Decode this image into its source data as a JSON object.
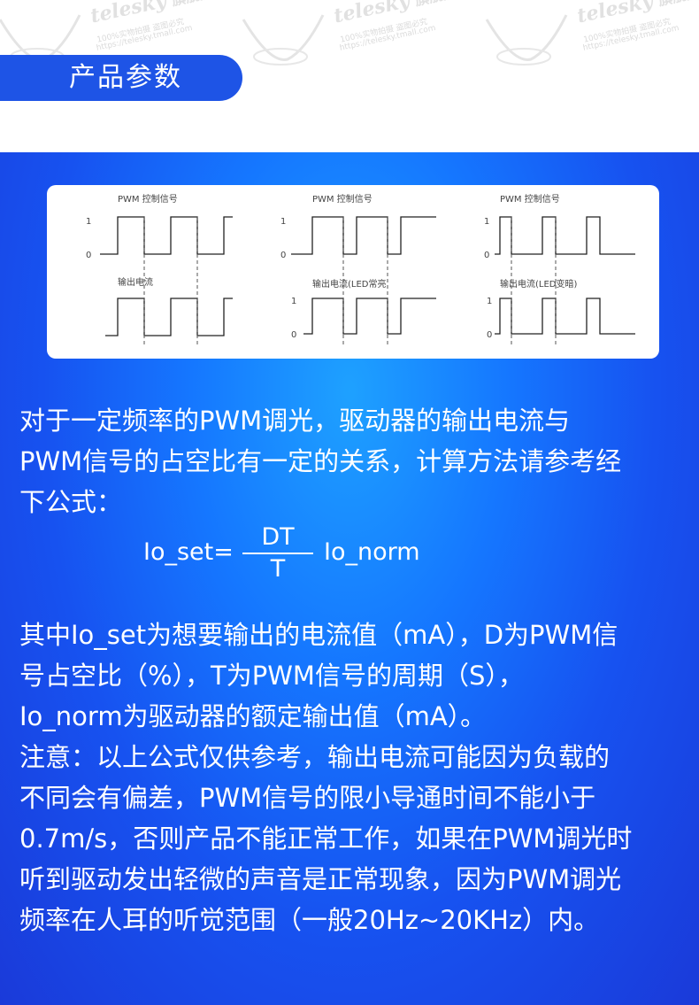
{
  "watermark": {
    "brand": "telesky",
    "brand_cn": "旗舰店",
    "line1": "100%实物拍摄  盗图必究",
    "line2": "https://telesky.tmall.com"
  },
  "section_title": "产品参数",
  "diagram": {
    "panel1": {
      "title": "PWM 控制信号",
      "lower_label": "输出电流",
      "tick_1": "1",
      "tick_0": "0"
    },
    "panel2": {
      "title": "PWM 控制信号",
      "lower_label": "输出电流(LED常亮",
      "tick_1": "1",
      "tick_0": "0",
      "tick_1b": "1",
      "tick_0b": "0"
    },
    "panel3": {
      "title": "PWM 控制信号",
      "lower_label": "输出电流(LED变暗)",
      "tick_1": "1",
      "tick_0": "0",
      "tick_1b": "1",
      "tick_0b": "0"
    }
  },
  "intro": {
    "lines": [
      "对于一定频率的PWM调光，驱动器的输出电流与",
      "PWM信号的占空比有一定的关系，计算方法请参考经",
      "下公式："
    ]
  },
  "formula": {
    "lhs": "Io_set=",
    "numerator": "DT",
    "denominator": "T",
    "rhs": "Io_norm"
  },
  "explanation": {
    "lines": [
      "其中Io_set为想要输出的电流值（mA），D为PWM信",
      "号占空比（%），T为PWM信号的周期（S），",
      "Io_norm为驱动器的额定输出值（mA）。",
      "注意：以上公式仅供参考，输出电流可能因为负载的",
      "不同会有偏差，PWM信号的限小导通时间不能小于",
      "0.7m/s，否则产品不能正常工作，如果在PWM调光时",
      "听到驱动发出轻微的声音是正常现象，因为PWM调光",
      "频率在人耳的听觉范围（一般20Hz~20KHz）内。"
    ]
  }
}
